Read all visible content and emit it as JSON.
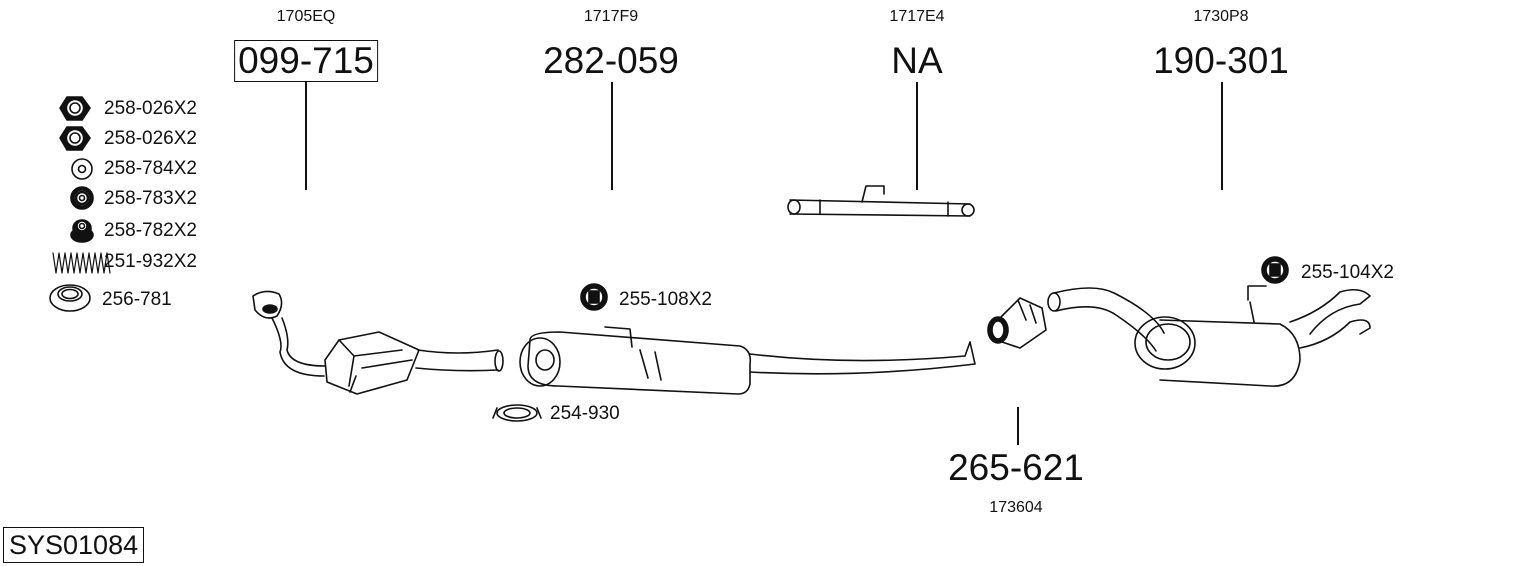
{
  "parts": [
    {
      "code": "1705EQ",
      "ref": "099-715",
      "boxed": true
    },
    {
      "code": "1717F9",
      "ref": "282-059"
    },
    {
      "code": "1717E4",
      "ref": "NA"
    },
    {
      "code": "1730P8",
      "ref": "190-301"
    },
    {
      "code": "173604",
      "ref": "265-621"
    }
  ],
  "accessories": [
    {
      "icon": "hex-nut-icon",
      "label": "258-026X2"
    },
    {
      "icon": "hex-nut-icon",
      "label": "258-026X2"
    },
    {
      "icon": "washer-icon",
      "label": "258-784X2"
    },
    {
      "icon": "double-washer-icon",
      "label": "258-783X2"
    },
    {
      "icon": "bush-icon",
      "label": "258-782X2"
    },
    {
      "icon": "spring-icon",
      "label": "251-932X2"
    },
    {
      "icon": "gasket-ring-icon",
      "label": "256-781"
    }
  ],
  "fittings": [
    {
      "icon": "rubber-mount-icon",
      "label": "255-108X2"
    },
    {
      "icon": "clamp-icon",
      "label": "254-930"
    },
    {
      "icon": "rubber-mount-icon",
      "label": "255-104X2"
    }
  ],
  "system_id": "SYS01084"
}
